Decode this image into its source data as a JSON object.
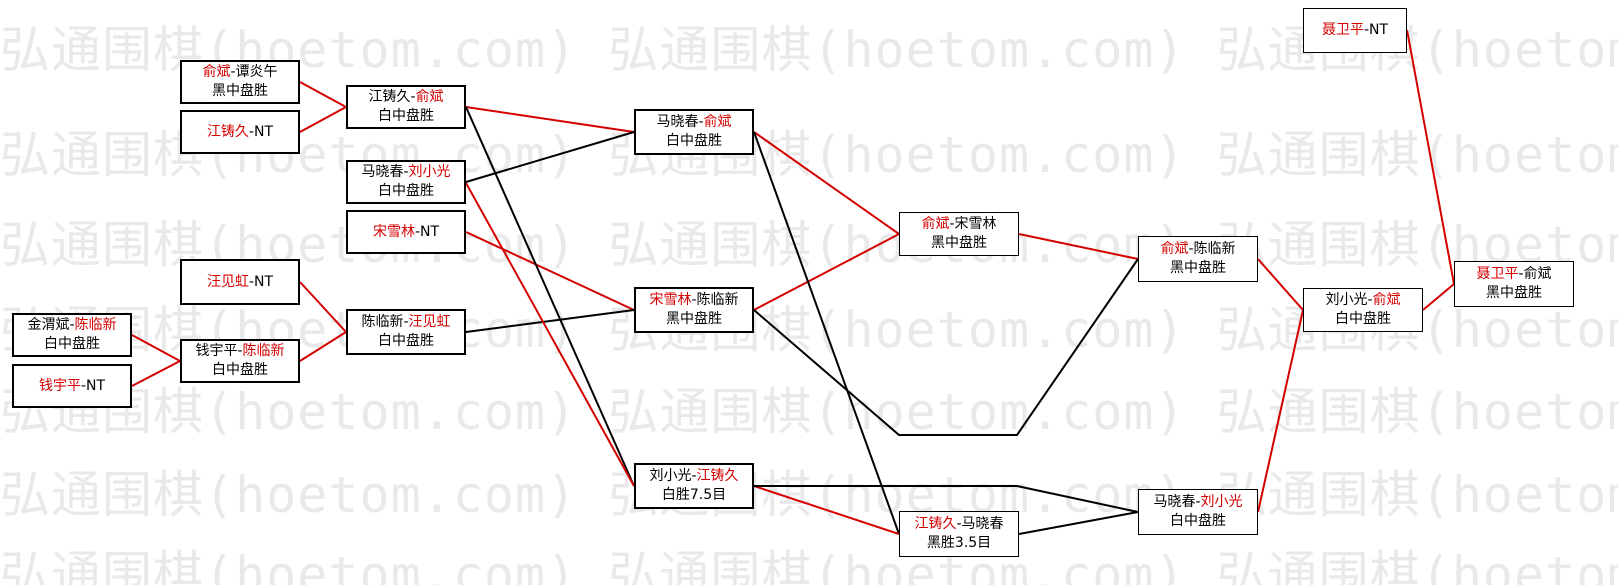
{
  "watermark": "弘通围棋(hoetom.com)",
  "colors": {
    "winner": "#d40000",
    "loser": "#000000",
    "watermark": "#e9e9e9"
  },
  "matches": [
    {
      "id": "m1",
      "first": "俞斌",
      "sep": "-",
      "second": "谭炎午",
      "winner": "first",
      "result": "黑中盘胜"
    },
    {
      "id": "m2",
      "first": "江铸久",
      "sep": "-",
      "second": "NT",
      "winner": "first",
      "result": ""
    },
    {
      "id": "m3",
      "first": "江铸久",
      "sep": "-",
      "second": "俞斌",
      "winner": "second",
      "result": "白中盘胜"
    },
    {
      "id": "m4",
      "first": "马晓春",
      "sep": "-",
      "second": "刘小光",
      "winner": "second",
      "result": "白中盘胜"
    },
    {
      "id": "m5",
      "first": "宋雪林",
      "sep": "-",
      "second": "NT",
      "winner": "first",
      "result": ""
    },
    {
      "id": "m6",
      "first": "汪见虹",
      "sep": "-",
      "second": "NT",
      "winner": "first",
      "result": ""
    },
    {
      "id": "m7",
      "first": "金渭斌",
      "sep": "-",
      "second": "陈临新",
      "winner": "second",
      "result": "白中盘胜"
    },
    {
      "id": "m8",
      "first": "钱宇平",
      "sep": "-",
      "second": "NT",
      "winner": "first",
      "result": ""
    },
    {
      "id": "m9",
      "first": "钱宇平",
      "sep": "-",
      "second": "陈临新",
      "winner": "second",
      "result": "白中盘胜"
    },
    {
      "id": "m10",
      "first": "陈临新",
      "sep": "-",
      "second": "汪见虹",
      "winner": "second",
      "result": "白中盘胜"
    },
    {
      "id": "m11",
      "first": "马晓春",
      "sep": "-",
      "second": "俞斌",
      "winner": "second",
      "result": "白中盘胜"
    },
    {
      "id": "m12",
      "first": "宋雪林",
      "sep": "-",
      "second": "陈临新",
      "winner": "first",
      "result": "黑中盘胜"
    },
    {
      "id": "m13",
      "first": "刘小光",
      "sep": "-",
      "second": "江铸久",
      "winner": "second",
      "result": "白胜7.5目"
    },
    {
      "id": "m14",
      "first": "俞斌",
      "sep": "-",
      "second": "宋雪林",
      "winner": "first",
      "result": "黑中盘胜"
    },
    {
      "id": "m15",
      "first": "江铸久",
      "sep": "-",
      "second": "马晓春",
      "winner": "first",
      "result": "黑胜3.5目"
    },
    {
      "id": "m16",
      "first": "俞斌",
      "sep": "-",
      "second": "陈临新",
      "winner": "first",
      "result": "黑中盘胜"
    },
    {
      "id": "m17",
      "first": "马晓春",
      "sep": "-",
      "second": "刘小光",
      "winner": "second",
      "result": "白中盘胜"
    },
    {
      "id": "m18",
      "first": "刘小光",
      "sep": "-",
      "second": "俞斌",
      "winner": "second",
      "result": "白中盘胜"
    },
    {
      "id": "m19",
      "first": "聂卫平",
      "sep": "-",
      "second": "NT",
      "winner": "first",
      "result": ""
    },
    {
      "id": "m20",
      "first": "聂卫平",
      "sep": "-",
      "second": "俞斌",
      "winner": "first",
      "result": "黑中盘胜"
    }
  ],
  "links": [
    {
      "from": "m1",
      "to": "m3",
      "color": "winner"
    },
    {
      "from": "m2",
      "to": "m3",
      "color": "winner"
    },
    {
      "from": "m7",
      "to": "m9",
      "color": "winner"
    },
    {
      "from": "m8",
      "to": "m9",
      "color": "winner"
    },
    {
      "from": "m6",
      "to": "m10",
      "color": "winner"
    },
    {
      "from": "m9",
      "to": "m10",
      "color": "winner"
    },
    {
      "from": "m3",
      "to": "m11",
      "color": "winner"
    },
    {
      "from": "m4",
      "to": "m11",
      "color": "loser"
    },
    {
      "from": "m5",
      "to": "m12",
      "color": "winner"
    },
    {
      "from": "m10",
      "to": "m12",
      "color": "loser"
    },
    {
      "from": "m3",
      "to": "m13",
      "color": "loser"
    },
    {
      "from": "m4",
      "to": "m13",
      "color": "winner"
    },
    {
      "from": "m11",
      "to": "m14",
      "color": "winner"
    },
    {
      "from": "m12",
      "to": "m14",
      "color": "winner"
    },
    {
      "from": "m11",
      "to": "m15",
      "color": "loser"
    },
    {
      "from": "m13",
      "to": "m15",
      "color": "winner"
    },
    {
      "from": "m14",
      "to": "m16",
      "color": "winner"
    },
    {
      "from": "m12",
      "to": "m16",
      "color": "loser"
    },
    {
      "from": "m13",
      "to": "m17",
      "color": "loser"
    },
    {
      "from": "m15",
      "to": "m17",
      "color": "loser"
    },
    {
      "from": "m16",
      "to": "m18",
      "color": "winner"
    },
    {
      "from": "m17",
      "to": "m18",
      "color": "winner"
    },
    {
      "from": "m18",
      "to": "m20",
      "color": "winner"
    },
    {
      "from": "m19",
      "to": "m20",
      "color": "winner"
    }
  ]
}
